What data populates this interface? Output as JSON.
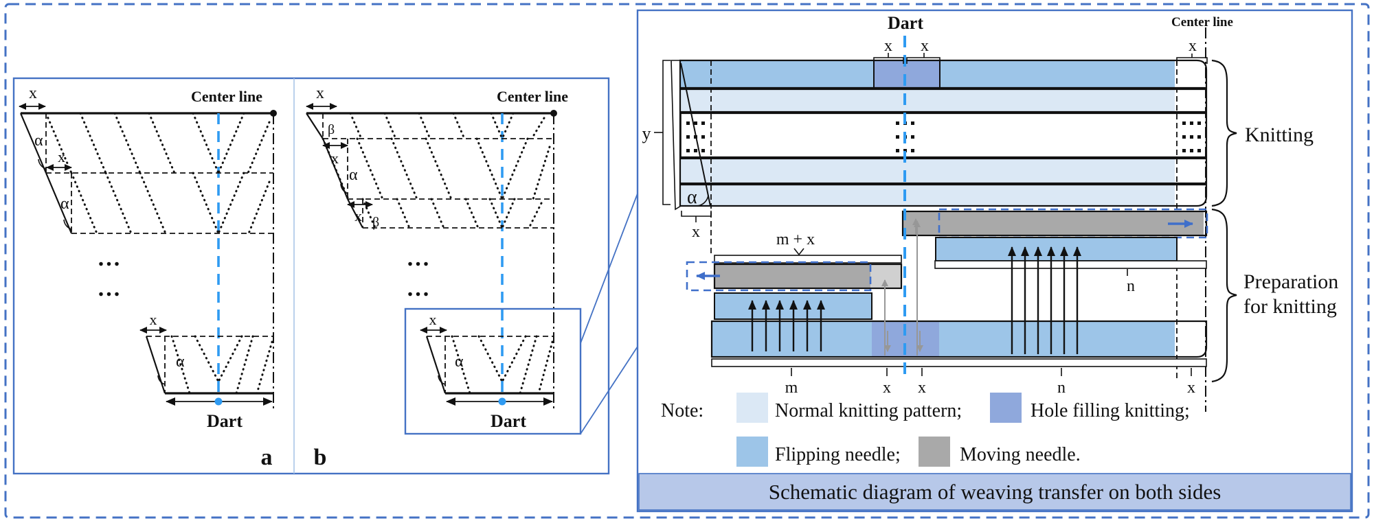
{
  "figure": {
    "panel_a": {
      "id_label": "a",
      "x_top": "x",
      "center_line": "Center line",
      "alpha_1": "α",
      "x_step": "x",
      "alpha_2": "α",
      "ellipsis_1": "...",
      "ellipsis_2": "...",
      "x_dart": "x",
      "alpha_dart": "α",
      "dart_label": "Dart"
    },
    "panel_b": {
      "id_label": "b",
      "x_top": "x",
      "center_line": "Center line",
      "beta_1": "β",
      "x_step_1": "x",
      "alpha": "α",
      "x_step_2": "x",
      "beta_2": "β",
      "ellipsis_1": "...",
      "ellipsis_2": "...",
      "x_dart": "x",
      "alpha_dart": "α",
      "dart_label": "Dart"
    },
    "schematic": {
      "dart_label": "Dart",
      "x_dart_left": "x",
      "x_dart_right": "x",
      "center_line": "Center line",
      "x_center": "x",
      "y_label": "y",
      "alpha": "α",
      "x_alpha": "x",
      "m_plus_x": "m + x",
      "n_upper": "n",
      "label_m": "m",
      "label_x1": "x",
      "label_x2": "x",
      "label_n": "n",
      "label_x3": "x",
      "brace_knitting": "Knitting",
      "brace_prep_line1": "Preparation",
      "brace_prep_line2": "for knitting",
      "note_label": "Note:",
      "legend": [
        {
          "name": "normal-knitting-pattern",
          "label": "Normal knitting pattern;",
          "color": "#DBE8F5"
        },
        {
          "name": "hole-filling-knitting",
          "label": "Hole filling knitting;",
          "color": "#8FA8DC"
        },
        {
          "name": "flipping-needle",
          "label": "Flipping needle;",
          "color": "#9DC5E8"
        },
        {
          "name": "moving-needle",
          "label": "Moving needle.",
          "color": "#A9A9A9"
        }
      ],
      "caption": "Schematic diagram of weaving transfer on both sides"
    },
    "colors": {
      "frame_blue": "#4472C4",
      "dart_line_blue": "#2F9BF2",
      "normal_knitting": "#DBE8F5",
      "hole_filling": "#8FA8DC",
      "flipping_needle": "#9DC5E8",
      "moving_needle": "#A9A9A9",
      "caption_bg": "#B7C8E9"
    }
  }
}
